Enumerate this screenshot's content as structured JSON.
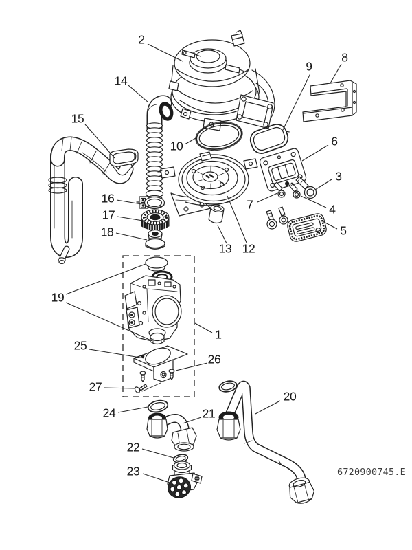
{
  "diagram": {
    "doc_number": "6720900745.E",
    "callouts": {
      "n1": "1",
      "n2": "2",
      "n3": "3",
      "n4": "4",
      "n5": "5",
      "n6": "6",
      "n7": "7",
      "n8": "8",
      "n9": "9",
      "n10": "10",
      "n12": "12",
      "n13": "13",
      "n14": "14",
      "n15": "15",
      "n16": "16",
      "n17": "17",
      "n18": "18",
      "n19": "19",
      "n20": "20",
      "n21": "21",
      "n22": "22",
      "n23": "23",
      "n24": "24",
      "n25": "25",
      "n26": "26",
      "n27": "27"
    }
  }
}
